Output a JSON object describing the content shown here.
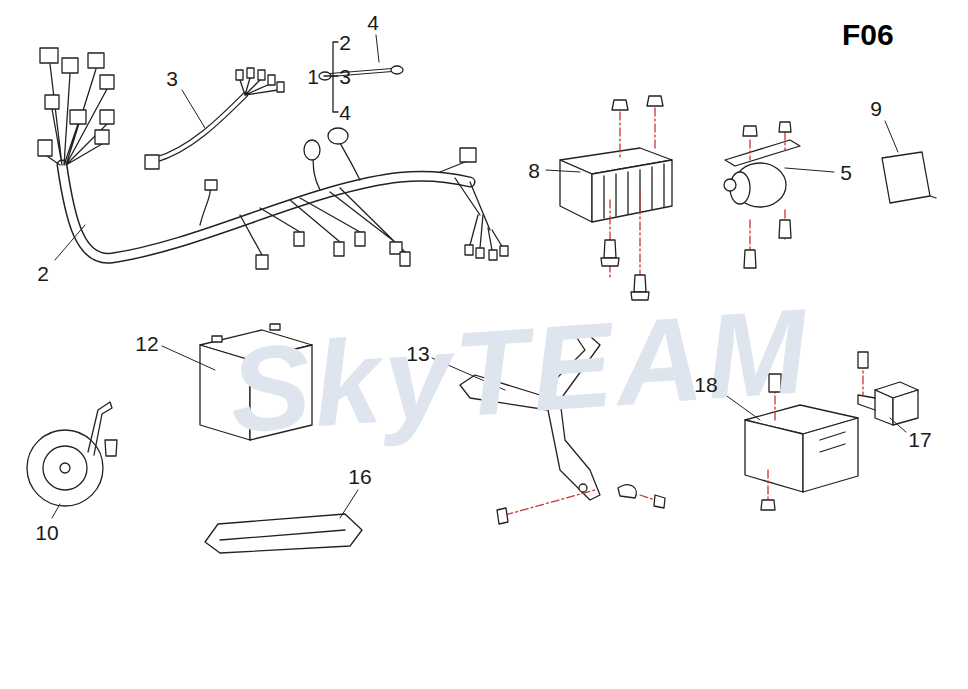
{
  "diagram": {
    "title": "F06",
    "labels": [
      "SkyTEAM",
      "4",
      "3",
      "1",
      "2",
      "3",
      "4",
      "2",
      "8",
      "5",
      "9",
      "12",
      "13",
      "18",
      "17",
      "10",
      "16"
    ]
  }
}
